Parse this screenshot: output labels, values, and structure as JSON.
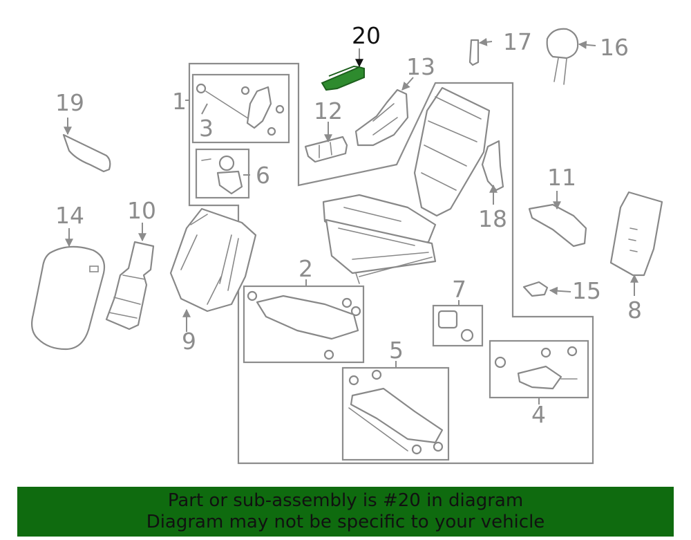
{
  "diagram": {
    "callouts": {
      "n1": "1",
      "n2": "2",
      "n3": "3",
      "n4": "4",
      "n5": "5",
      "n6": "6",
      "n7": "7",
      "n8": "8",
      "n9": "9",
      "n10": "10",
      "n11": "11",
      "n12": "12",
      "n13": "13",
      "n14": "14",
      "n15": "15",
      "n16": "16",
      "n17": "17",
      "n18": "18",
      "n19": "19",
      "n20": "20"
    },
    "highlighted_part": "20",
    "colors": {
      "highlight_fill": "#2e8b2e",
      "line_gray": "#888888",
      "panel_fill": "#f3f3f3",
      "banner_bg": "#0f6b0f"
    }
  },
  "banner": {
    "line1": "Part or sub-assembly is #20 in diagram",
    "line2": "Diagram may not be specific to your vehicle"
  }
}
